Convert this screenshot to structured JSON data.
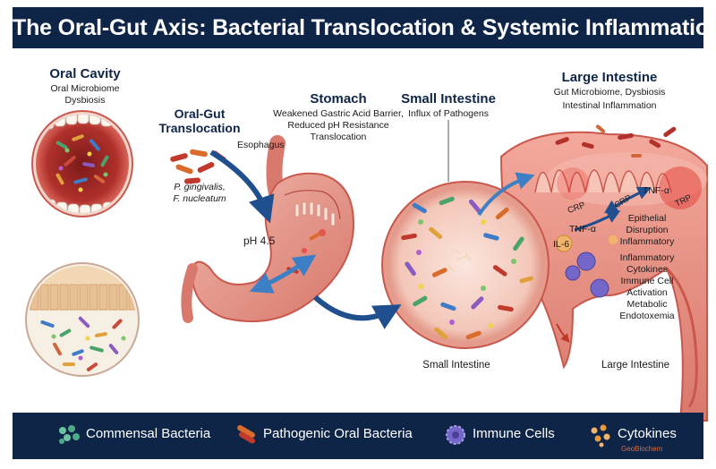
{
  "title": "The Oral-Gut Axis: Bacterial Translocation & Systemic Inflammation",
  "oral_cavity": {
    "heading": "Oral Cavity",
    "sub1": "Oral Microbiome",
    "sub2": "Dysbiosis"
  },
  "translocation": {
    "heading1": "Oral-Gut",
    "heading2": "Translocation",
    "species1": "P. gingivalis,",
    "species2": "F. nucleatum"
  },
  "stomach": {
    "heading": "Stomach",
    "line1": "Weakened Gastric Acid Barrier,",
    "line2": "Reduced pH Resistance",
    "line3": "Translocation",
    "esophagus": "Esophagus",
    "ph": "pH 4.5"
  },
  "small_intestine": {
    "heading": "Small Intestine",
    "sub": "Influx of Pathogens",
    "bottom_label": "Small Intestine"
  },
  "large_intestine": {
    "heading": "Large Intestine",
    "sub1": "Gut Microbiome, Dysbiosis",
    "sub2": "Intestinal Inflammation",
    "bottom_label": "Large Intestine"
  },
  "markers": {
    "crp1": "CRP",
    "crp2": "CRP",
    "tnf1": "TNF-α",
    "tnf2": "TNF-α",
    "trp": "TRP",
    "il6": "IL-6"
  },
  "effects": [
    "Epithelial",
    "Disruption",
    "Inflammatory",
    "Inflammatory",
    "Cytokines",
    "Immune Cell",
    "Activation",
    "Metabolic",
    "Endotoxemia"
  ],
  "legend": {
    "commensal": "Commensal Bacteria",
    "pathogenic": "Pathogenic Oral Bacteria",
    "immune": "Immune Cells",
    "cytokines": "Cytokines"
  },
  "watermark": "GeoBiochem",
  "colors": {
    "navy": "#0f2547",
    "tissue": "#e8a49a",
    "tissue_dark": "#c9574c",
    "arrow_blue": "#1f4f8f",
    "arrow_red": "#c0392b"
  }
}
